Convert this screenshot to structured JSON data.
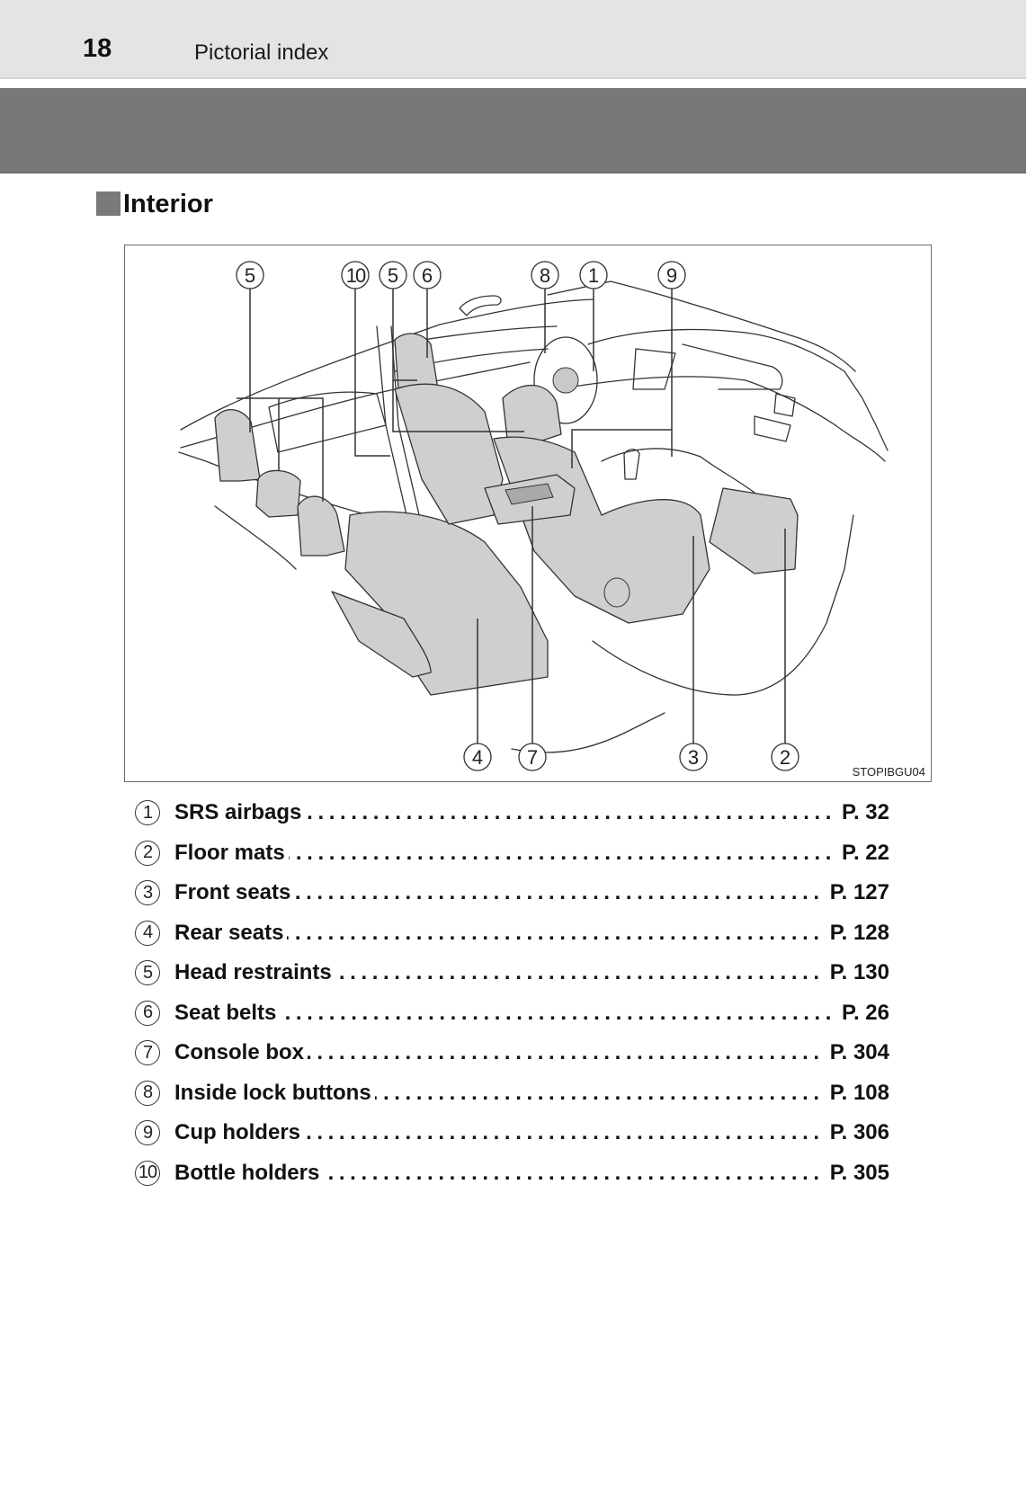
{
  "header": {
    "page_number": "18",
    "section": "Pictorial index"
  },
  "heading": {
    "title": "Interior",
    "marker_color": "#7a7a7a"
  },
  "figure": {
    "code": "STOPIBGU04",
    "illustration": "car-interior-cutaway",
    "callouts_top": [
      "5",
      "10",
      "5",
      "6",
      "8",
      "1",
      "9"
    ],
    "callouts_bottom": [
      "4",
      "7",
      "3",
      "2"
    ]
  },
  "index": [
    {
      "num": "1",
      "label": "SRS airbags",
      "page": "P. 32"
    },
    {
      "num": "2",
      "label": "Floor mats",
      "page": "P. 22"
    },
    {
      "num": "3",
      "label": "Front seats",
      "page": "P. 127"
    },
    {
      "num": "4",
      "label": "Rear seats",
      "page": "P. 128"
    },
    {
      "num": "5",
      "label": "Head restraints",
      "page": "P. 130"
    },
    {
      "num": "6",
      "label": "Seat belts",
      "page": "P. 26"
    },
    {
      "num": "7",
      "label": "Console box",
      "page": "P. 304"
    },
    {
      "num": "8",
      "label": "Inside lock buttons",
      "page": "P. 108"
    },
    {
      "num": "9",
      "label": "Cup holders",
      "page": "P. 306"
    },
    {
      "num": "10",
      "label": "Bottle holders",
      "page": "P. 305"
    }
  ],
  "leader": "........................................................................"
}
